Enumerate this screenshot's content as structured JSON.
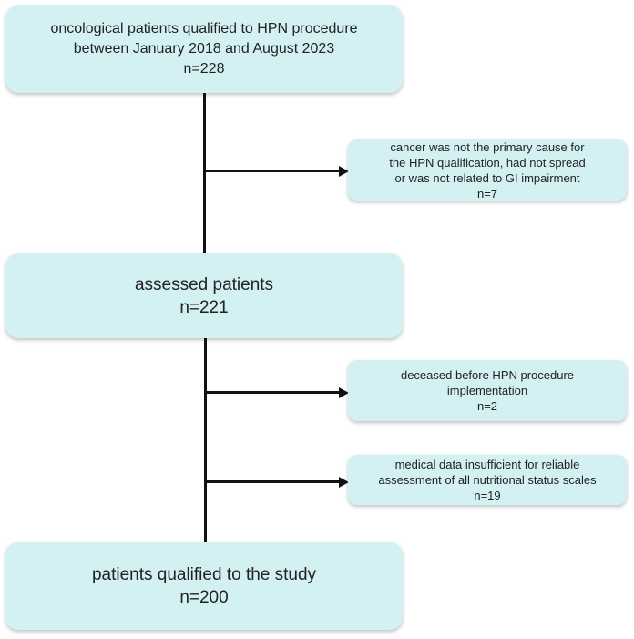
{
  "start_box": {
    "line1": "oncological patients qualified to HPN procedure",
    "line2": "between January 2018 and August 2023",
    "line3": "n=228"
  },
  "exclusion1": {
    "line1": "cancer was not the primary cause for",
    "line2": "the HPN qualification, had not spread",
    "line3": "or was not related to GI impairment",
    "line4": "n=7"
  },
  "assessed_box": {
    "line1": "assessed patients",
    "line2": "n=221"
  },
  "exclusion2": {
    "line1": "deceased before HPN procedure",
    "line2": "implementation",
    "line3": "n=2"
  },
  "exclusion3": {
    "line1": "medical data insufficient for reliable",
    "line2": "assessment of all nutritional status scales",
    "line3": "n=19"
  },
  "final_box": {
    "line1": "patients qualified to the study",
    "line2": "n=200"
  },
  "colors": {
    "box_fill": "#d3f1f3",
    "line": "#111111"
  }
}
